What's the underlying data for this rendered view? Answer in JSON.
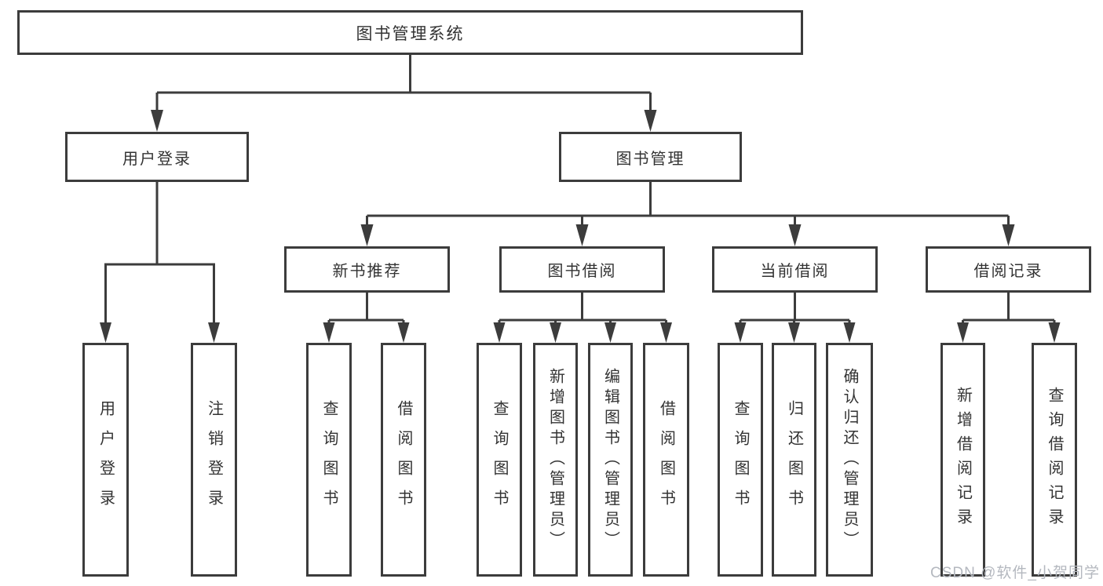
{
  "diagram": {
    "root": "图书管理系统",
    "branches": [
      {
        "label": "用户登录",
        "children": [
          "用户登录",
          "注销登录"
        ]
      },
      {
        "label": "图书管理",
        "children": [
          {
            "label": "新书推荐",
            "children": [
              "查询图书",
              "借阅图书"
            ]
          },
          {
            "label": "图书借阅",
            "children": [
              "查询图书",
              "新增图书（管理员）",
              "编辑图书（管理员）",
              "借阅图书"
            ]
          },
          {
            "label": "当前借阅",
            "children": [
              "查询图书",
              "归还图书",
              "确认归还（管理员）"
            ]
          },
          {
            "label": "借阅记录",
            "children": [
              "新增借阅记录",
              "查询借阅记录"
            ]
          }
        ]
      }
    ]
  },
  "watermark": "CSDN @软件_小贺同学",
  "colors": {
    "line": "#3c3c3c",
    "text": "#333333",
    "wm": "#b4b8bf",
    "bg": "#ffffff"
  }
}
